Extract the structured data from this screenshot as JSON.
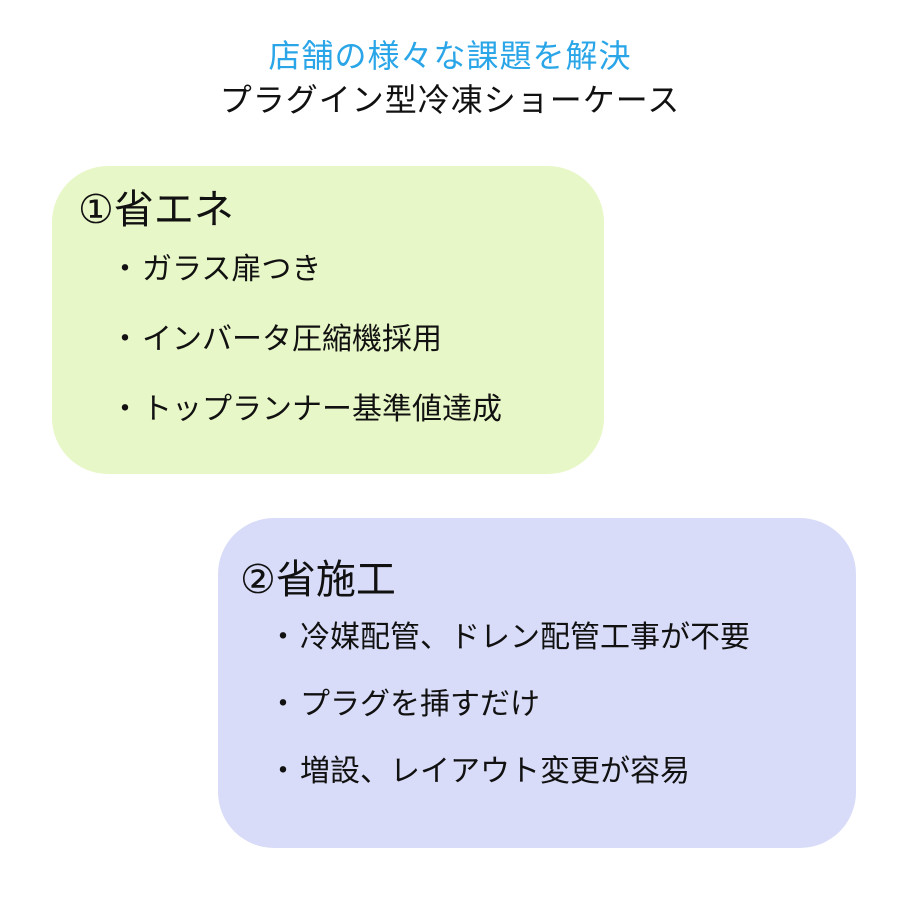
{
  "header": {
    "title": "店舗の様々な課題を解決",
    "subtitle": "プラグイン型冷凍ショーケース"
  },
  "cards": [
    {
      "heading": "①省エネ",
      "background": "#e8f7c8",
      "items": [
        "ガラス扉つき",
        "インバータ圧縮機採用",
        "トップランナー基準値達成"
      ]
    },
    {
      "heading": "②省施工",
      "background": "#d8dcf8",
      "items": [
        "冷媒配管、ドレン配管工事が不要",
        "プラグを挿すだけ",
        "増設、レイアウト変更が容易"
      ]
    }
  ],
  "bullet_glyph": "・",
  "colors": {
    "title_accent": "#2aa6e8",
    "text": "#111111"
  }
}
